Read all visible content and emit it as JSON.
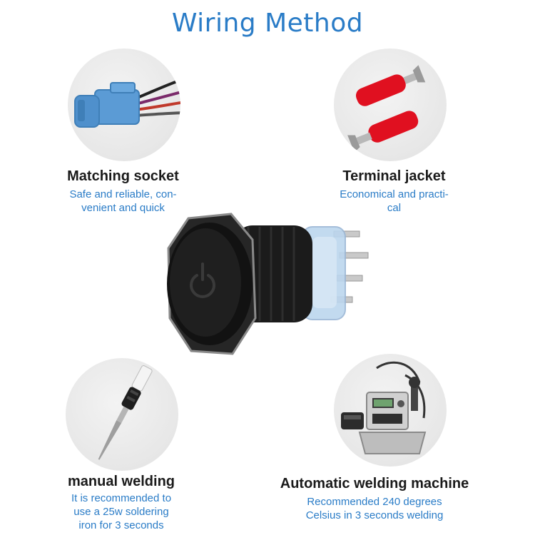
{
  "title": "Wiring Method",
  "features": {
    "socket": {
      "title": "Matching socket",
      "desc": [
        "Safe and reliable, con-",
        "venient and quick"
      ]
    },
    "jacket": {
      "title": "Terminal jacket",
      "desc": [
        "Economical and practi-",
        "cal"
      ]
    },
    "welding": {
      "title": "manual welding",
      "desc": [
        "It is recommended to",
        "use a 25w soldering",
        "iron for 3 seconds"
      ]
    },
    "machine": {
      "title": "Automatic welding machine",
      "desc": [
        "Recommended 240 degrees",
        "Celsius in 3 seconds welding"
      ]
    }
  },
  "colors": {
    "accent": "#2a7cc7",
    "socket_blue": "#5b9bd5",
    "jacket_red": "#e01020"
  }
}
